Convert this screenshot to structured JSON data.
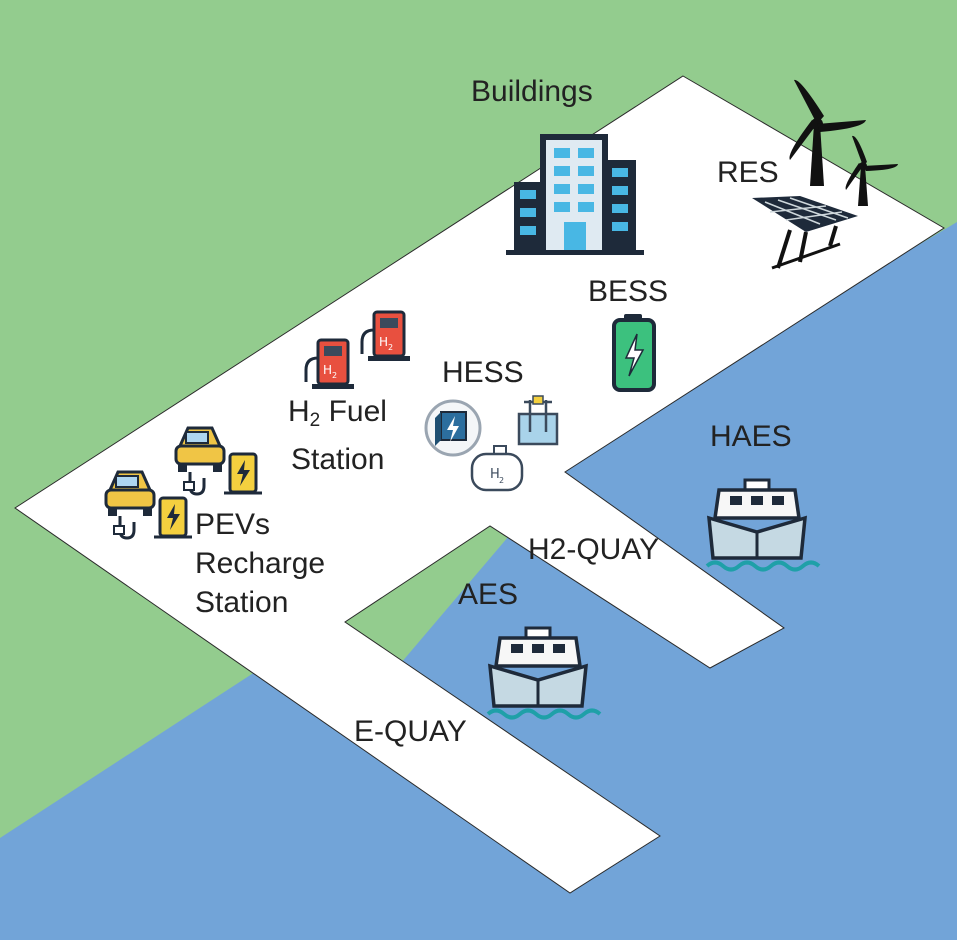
{
  "labels": {
    "buildings": "Buildings",
    "res": "RES",
    "bess": "BESS",
    "hess": "HESS",
    "h2_fuel_station": {
      "h": "H",
      "sub": "2",
      "rest": " Fuel",
      "line2": "Station"
    },
    "pevs_recharge_station": [
      "PEVs",
      "Recharge",
      "Station"
    ],
    "haes": "HAES",
    "h2_quay": "H2-QUAY",
    "aes": "AES",
    "e_quay": "E-QUAY"
  },
  "icon_text": {
    "h2_pump": "H",
    "h2_pump_sub": "2",
    "h2_tank": "H",
    "h2_tank_sub": "2"
  },
  "icons": {
    "buildings": "office-building-icon",
    "res_wind": "wind-turbine-icon",
    "res_solar": "solar-panel-icon",
    "bess": "battery-icon",
    "hess": [
      "fuel-cell-icon",
      "electrolyzer-icon",
      "hydrogen-tank-icon"
    ],
    "h2_fuel_station": "hydrogen-pump-icon",
    "pevs_recharge_station": "ev-charger-icon",
    "ships": "ship-icon"
  },
  "colors": {
    "land": "#93cc8e",
    "water": "#72a4d8",
    "port": "#ffffff",
    "building_body": "#1e2a3a",
    "building_window": "#48b7e4",
    "battery": "#3cc17e",
    "h2_pump": "#e8503f",
    "car": "#f0c545",
    "charger": "#f4d03f",
    "ship_hull": "#c5d9e3"
  }
}
